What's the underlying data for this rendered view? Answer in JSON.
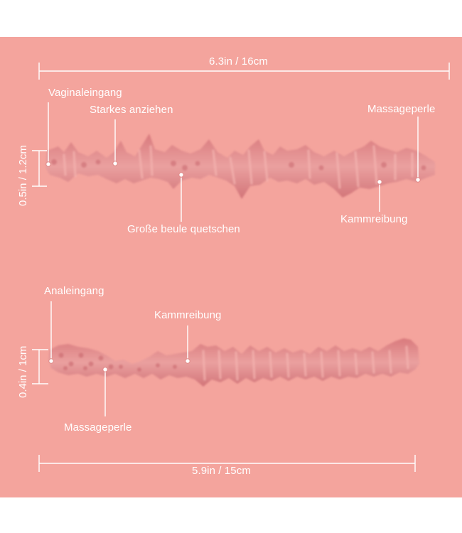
{
  "colors": {
    "background": "#f4a49d",
    "channel": "#e88e8c",
    "channel_shadow": "#cf6f74",
    "lines": "#ffffff"
  },
  "top_canal": {
    "length": "6.3in / 16cm",
    "diameter": "0.5in / 1.2cm",
    "labels": {
      "entrance": "Vaginaleingang",
      "suction": "Starkes anziehen",
      "squeeze": "Große beule quetschen",
      "massage": "Massageperle",
      "comb": "Kammreibung"
    }
  },
  "bottom_canal": {
    "length": "5.9in / 15cm",
    "diameter": "0.4in / 1cm",
    "labels": {
      "entrance": "Analeingang",
      "comb": "Kammreibung",
      "massage": "Massageperle"
    }
  }
}
